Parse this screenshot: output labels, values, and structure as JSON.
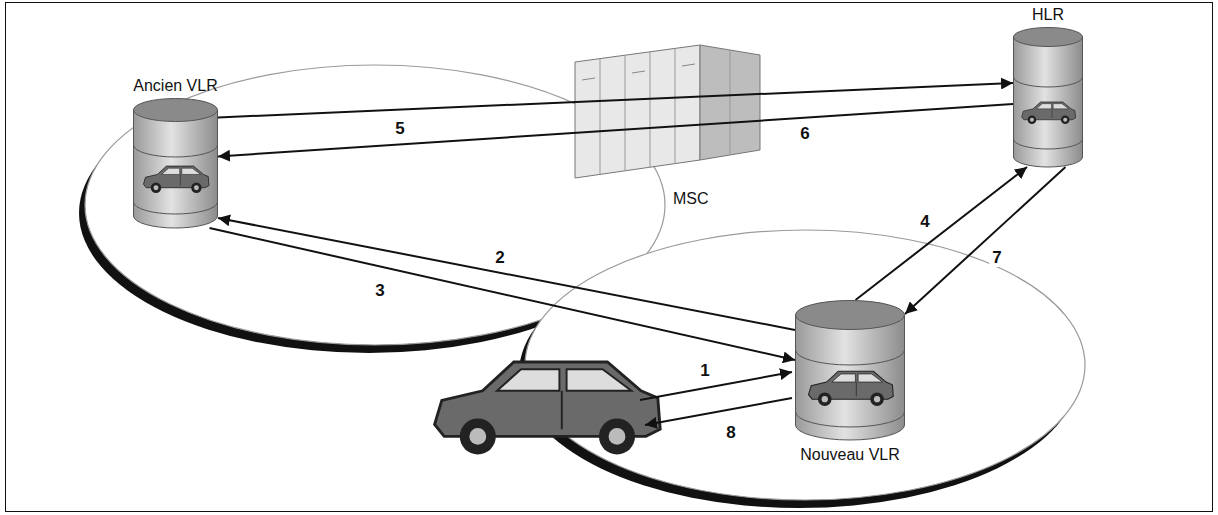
{
  "diagram": {
    "nodes": [
      {
        "text": [
          "HLR"
        ]
      },
      {
        "text": [
          "MSC"
        ]
      },
      {
        "text": [
          "Ancien VLR"
        ]
      },
      {
        "text": [
          "Nouveau VLR"
        ]
      }
    ],
    "edges": [
      {
        "from": 3,
        "to": 2,
        "label": "2",
        "arrow": "to"
      },
      {
        "from": 2,
        "to": 3,
        "label": "3",
        "arrow": "to"
      },
      {
        "from": 3,
        "to": 0,
        "label": "4",
        "arrow": "to"
      },
      {
        "from": 2,
        "to": 0,
        "label": "5",
        "arrow": "to"
      },
      {
        "from": 0,
        "to": 2,
        "label": "6",
        "arrow": "to"
      },
      {
        "from": 0,
        "to": 3,
        "label": "7",
        "arrow": "to"
      }
    ],
    "labels": [
      "1",
      "8"
    ]
  }
}
